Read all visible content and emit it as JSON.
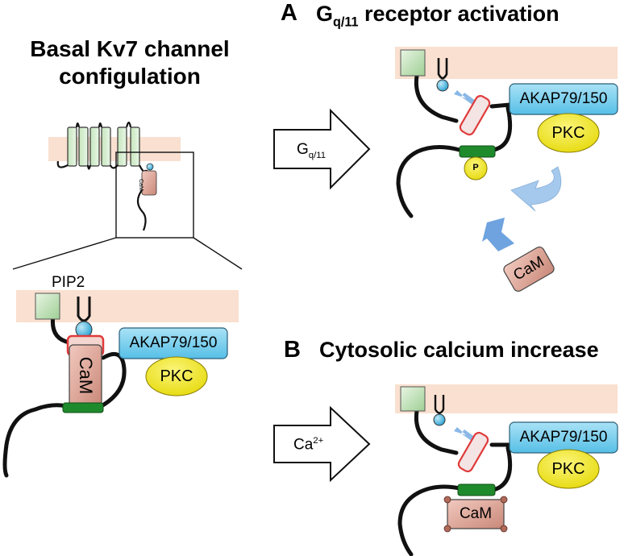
{
  "basal": {
    "title_line1": "Basal Kv7 channel",
    "title_line2": "configulation",
    "pip2_label": "PIP2",
    "akap_label": "AKAP79/150",
    "pkc_label": "PKC",
    "cam_label": "CaM",
    "small_cam_label": "CaM"
  },
  "panel_a": {
    "letter": "A",
    "title_main": "G",
    "title_sub": "q/11",
    "title_rest": " receptor activation",
    "arrow_label_main": "G",
    "arrow_label_sub": "q/11",
    "akap_label": "AKAP79/150",
    "pkc_label": "PKC",
    "phospho_label": "P",
    "cam_label": "CaM"
  },
  "panel_b": {
    "letter": "B",
    "title": "Cytosolic calcium increase",
    "arrow_label_main": "Ca",
    "arrow_label_sup": "2+",
    "akap_label": "AKAP79/150",
    "pkc_label": "PKC",
    "cam_label": "CaM"
  },
  "colors": {
    "membrane": "#f9e0d0",
    "akap": "#7fcfee",
    "pkc": "#f2ea2a",
    "cam": "#e3a89b",
    "green_domain": "#1f8a2c",
    "vsd": "#c9e6c2",
    "pip2_ball": "#4bb6de",
    "blue_arrow": "#8bb8e6",
    "red_outline": "#e03b3b"
  }
}
